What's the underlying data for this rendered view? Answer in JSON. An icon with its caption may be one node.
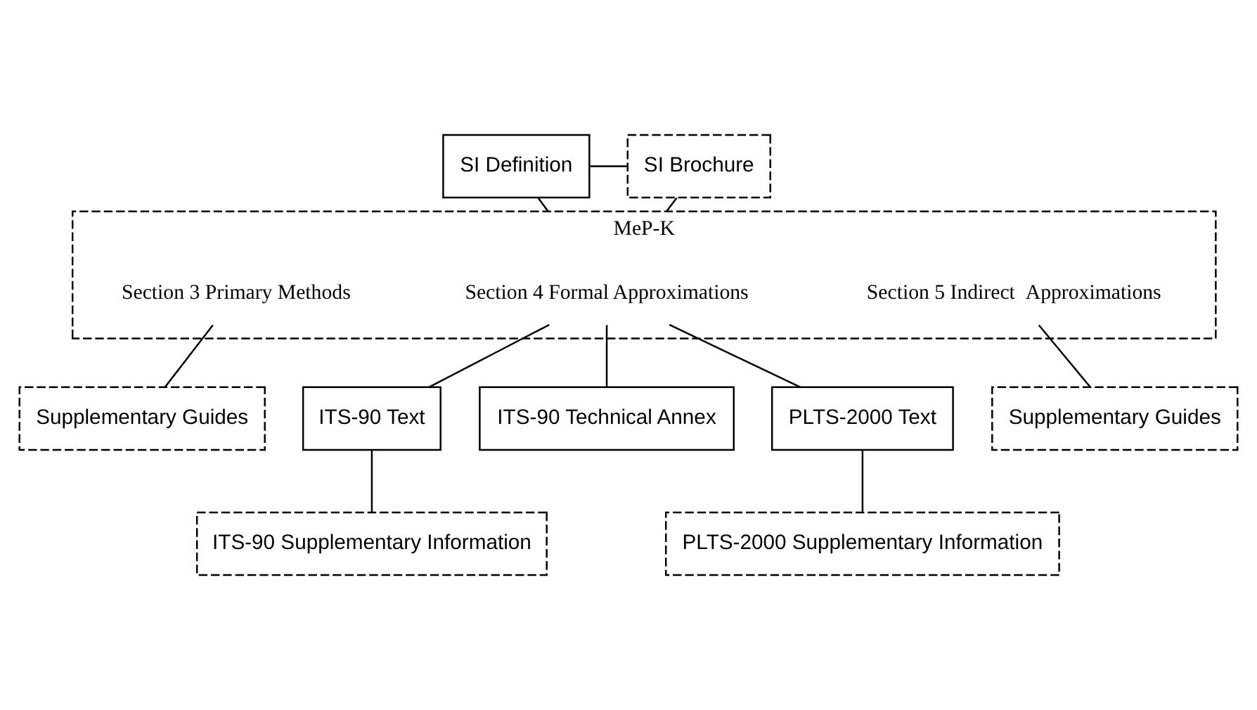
{
  "diagram": {
    "nodes": [
      {
        "text": [
          "SI Definition"
        ]
      },
      {
        "text": [
          "SI Brochure"
        ]
      },
      {
        "text": [
          "MeP-K"
        ]
      },
      {
        "text": [
          "Section 3 Primary Methods"
        ],
        "in": 2
      },
      {
        "text": [
          "Section 4 Formal Approximations"
        ],
        "in": 2
      },
      {
        "text": [
          "Section 5 Indirect  Approximations"
        ],
        "in": 2
      },
      {
        "text": [
          "Supplementary Guides"
        ]
      },
      {
        "text": [
          "ITS-90 Text"
        ]
      },
      {
        "text": [
          "ITS-90 Technical Annex"
        ]
      },
      {
        "text": [
          "PLTS-2000 Text"
        ]
      },
      {
        "text": [
          "Supplementary Guides"
        ]
      },
      {
        "text": [
          "ITS-90 Supplementary Information"
        ]
      },
      {
        "text": [
          "PLTS-2000 Supplementary Information"
        ]
      }
    ],
    "edges": [
      {
        "from": 0,
        "to": 1,
        "arrow": "none"
      },
      {
        "from": 0,
        "to": 2,
        "arrow": "none"
      },
      {
        "from": 1,
        "to": 2,
        "arrow": "none"
      },
      {
        "from": 3,
        "to": 6,
        "arrow": "none"
      },
      {
        "from": 4,
        "to": 7,
        "arrow": "none"
      },
      {
        "from": 4,
        "to": 8,
        "arrow": "none"
      },
      {
        "from": 4,
        "to": 9,
        "arrow": "none"
      },
      {
        "from": 5,
        "to": 10,
        "arrow": "none"
      },
      {
        "from": 7,
        "to": 11,
        "arrow": "none"
      },
      {
        "from": 9,
        "to": 12,
        "arrow": "none"
      }
    ]
  }
}
